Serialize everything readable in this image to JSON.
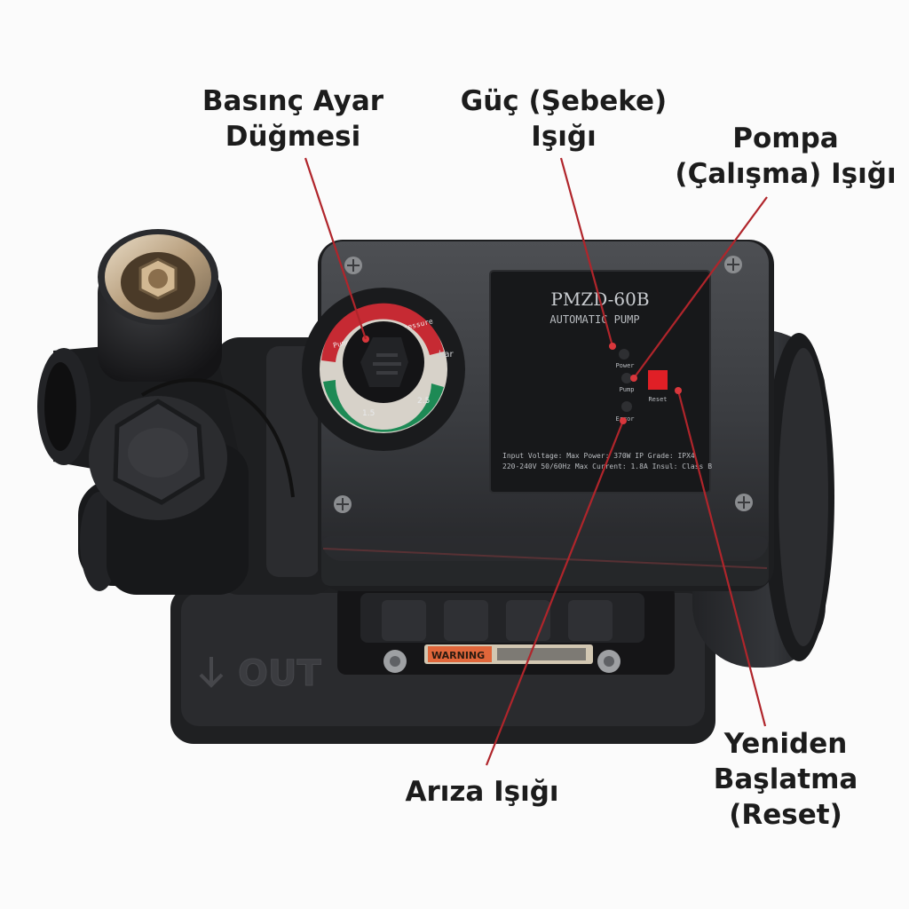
{
  "labels": {
    "pressure_knob": [
      "Basınç Ayar",
      "Düğmesi"
    ],
    "power_light": [
      "Güç (Şebeke)",
      "Işığı"
    ],
    "pump_light": [
      "Pompa",
      "(Çalışma) Işığı"
    ],
    "fault_light": [
      "Arıza Işığı"
    ],
    "reset": [
      "Yeniden",
      "Başlatma",
      "(Reset)"
    ]
  },
  "panel": {
    "model": "PMZD-60B",
    "subtitle": "AUTOMATIC  PUMP",
    "led_power": "Power",
    "led_pump": "Pump",
    "led_fault": "Error",
    "reset_label": "Reset",
    "spec_line_1": "Input Voltage: Max Power: 370W  IP Grade: IPX4",
    "spec_line_2": "220-240V 50/60Hz  Max Current: 1.8A  Insul: Class B"
  },
  "knob": {
    "ring_text": "Pump Start - on Pressure",
    "unit": "bar",
    "tick_1": "1.5",
    "tick_2": "2.5"
  },
  "base": {
    "out_text": "OUT",
    "sticker_text": "WARNING"
  },
  "colors": {
    "leader_line": "#b0252b",
    "marker_dot": "#d9373c",
    "reset_button": "#e01f26",
    "knob_red": "#c62a33",
    "knob_green": "#1d8a55"
  }
}
